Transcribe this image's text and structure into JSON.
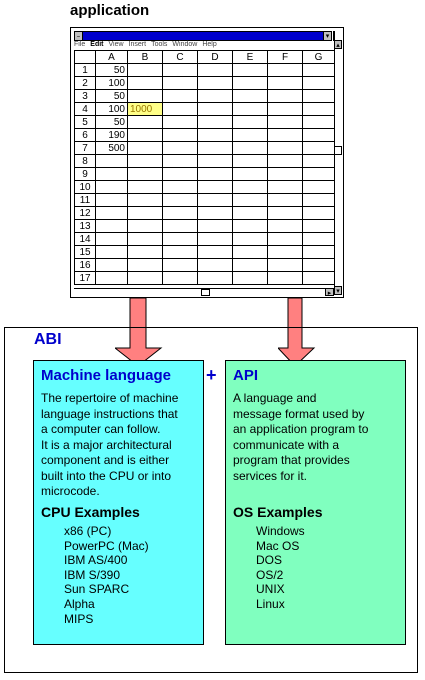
{
  "application": {
    "label": "application",
    "menu": [
      "File",
      "Edit",
      "View",
      "Insert",
      "Tools",
      "Window",
      "Help"
    ],
    "columns": [
      "A",
      "B",
      "C",
      "D",
      "E",
      "F",
      "G"
    ],
    "rows": [
      {
        "n": "1",
        "a": "50",
        "b": ""
      },
      {
        "n": "2",
        "a": "100",
        "b": ""
      },
      {
        "n": "3",
        "a": "50",
        "b": ""
      },
      {
        "n": "4",
        "a": "100",
        "b": "1000"
      },
      {
        "n": "5",
        "a": "50",
        "b": ""
      },
      {
        "n": "6",
        "a": "190",
        "b": ""
      },
      {
        "n": "7",
        "a": "500",
        "b": ""
      },
      {
        "n": "8",
        "a": "",
        "b": ""
      },
      {
        "n": "9",
        "a": "",
        "b": ""
      },
      {
        "n": "10",
        "a": "",
        "b": ""
      },
      {
        "n": "11",
        "a": "",
        "b": ""
      },
      {
        "n": "12",
        "a": "",
        "b": ""
      },
      {
        "n": "13",
        "a": "",
        "b": ""
      },
      {
        "n": "14",
        "a": "",
        "b": ""
      },
      {
        "n": "15",
        "a": "",
        "b": ""
      },
      {
        "n": "16",
        "a": "",
        "b": ""
      },
      {
        "n": "17",
        "a": "",
        "b": ""
      }
    ]
  },
  "abi": {
    "label": "ABI",
    "plus": "+",
    "machine_language": {
      "title": "Machine language",
      "description": "The repertoire of machine\nlanguage instructions that\na computer can follow.\nIt is a major architectural\ncomponent and is either\nbuilt into the CPU or into\nmicrocode.",
      "examples_title": "CPU Examples",
      "examples": [
        "x86 (PC)",
        "PowerPC (Mac)",
        "IBM AS/400",
        "IBM S/390",
        "Sun SPARC",
        "Alpha",
        "MIPS"
      ]
    },
    "api": {
      "title": "API",
      "description": "A language and\nmessage format used by\nan application program to\ncommunicate with a\nprogram that provides\nservices for it.",
      "examples_title": "OS Examples",
      "examples": [
        "Windows",
        "Mac OS",
        "DOS",
        "OS/2",
        "UNIX",
        "Linux"
      ]
    }
  },
  "colors": {
    "title_blue": "#0000cc",
    "machine_panel": "#66ffff",
    "api_panel": "#80ffbf",
    "arrow_fill": "#ff8080",
    "highlight_cell": "#ffff88"
  }
}
